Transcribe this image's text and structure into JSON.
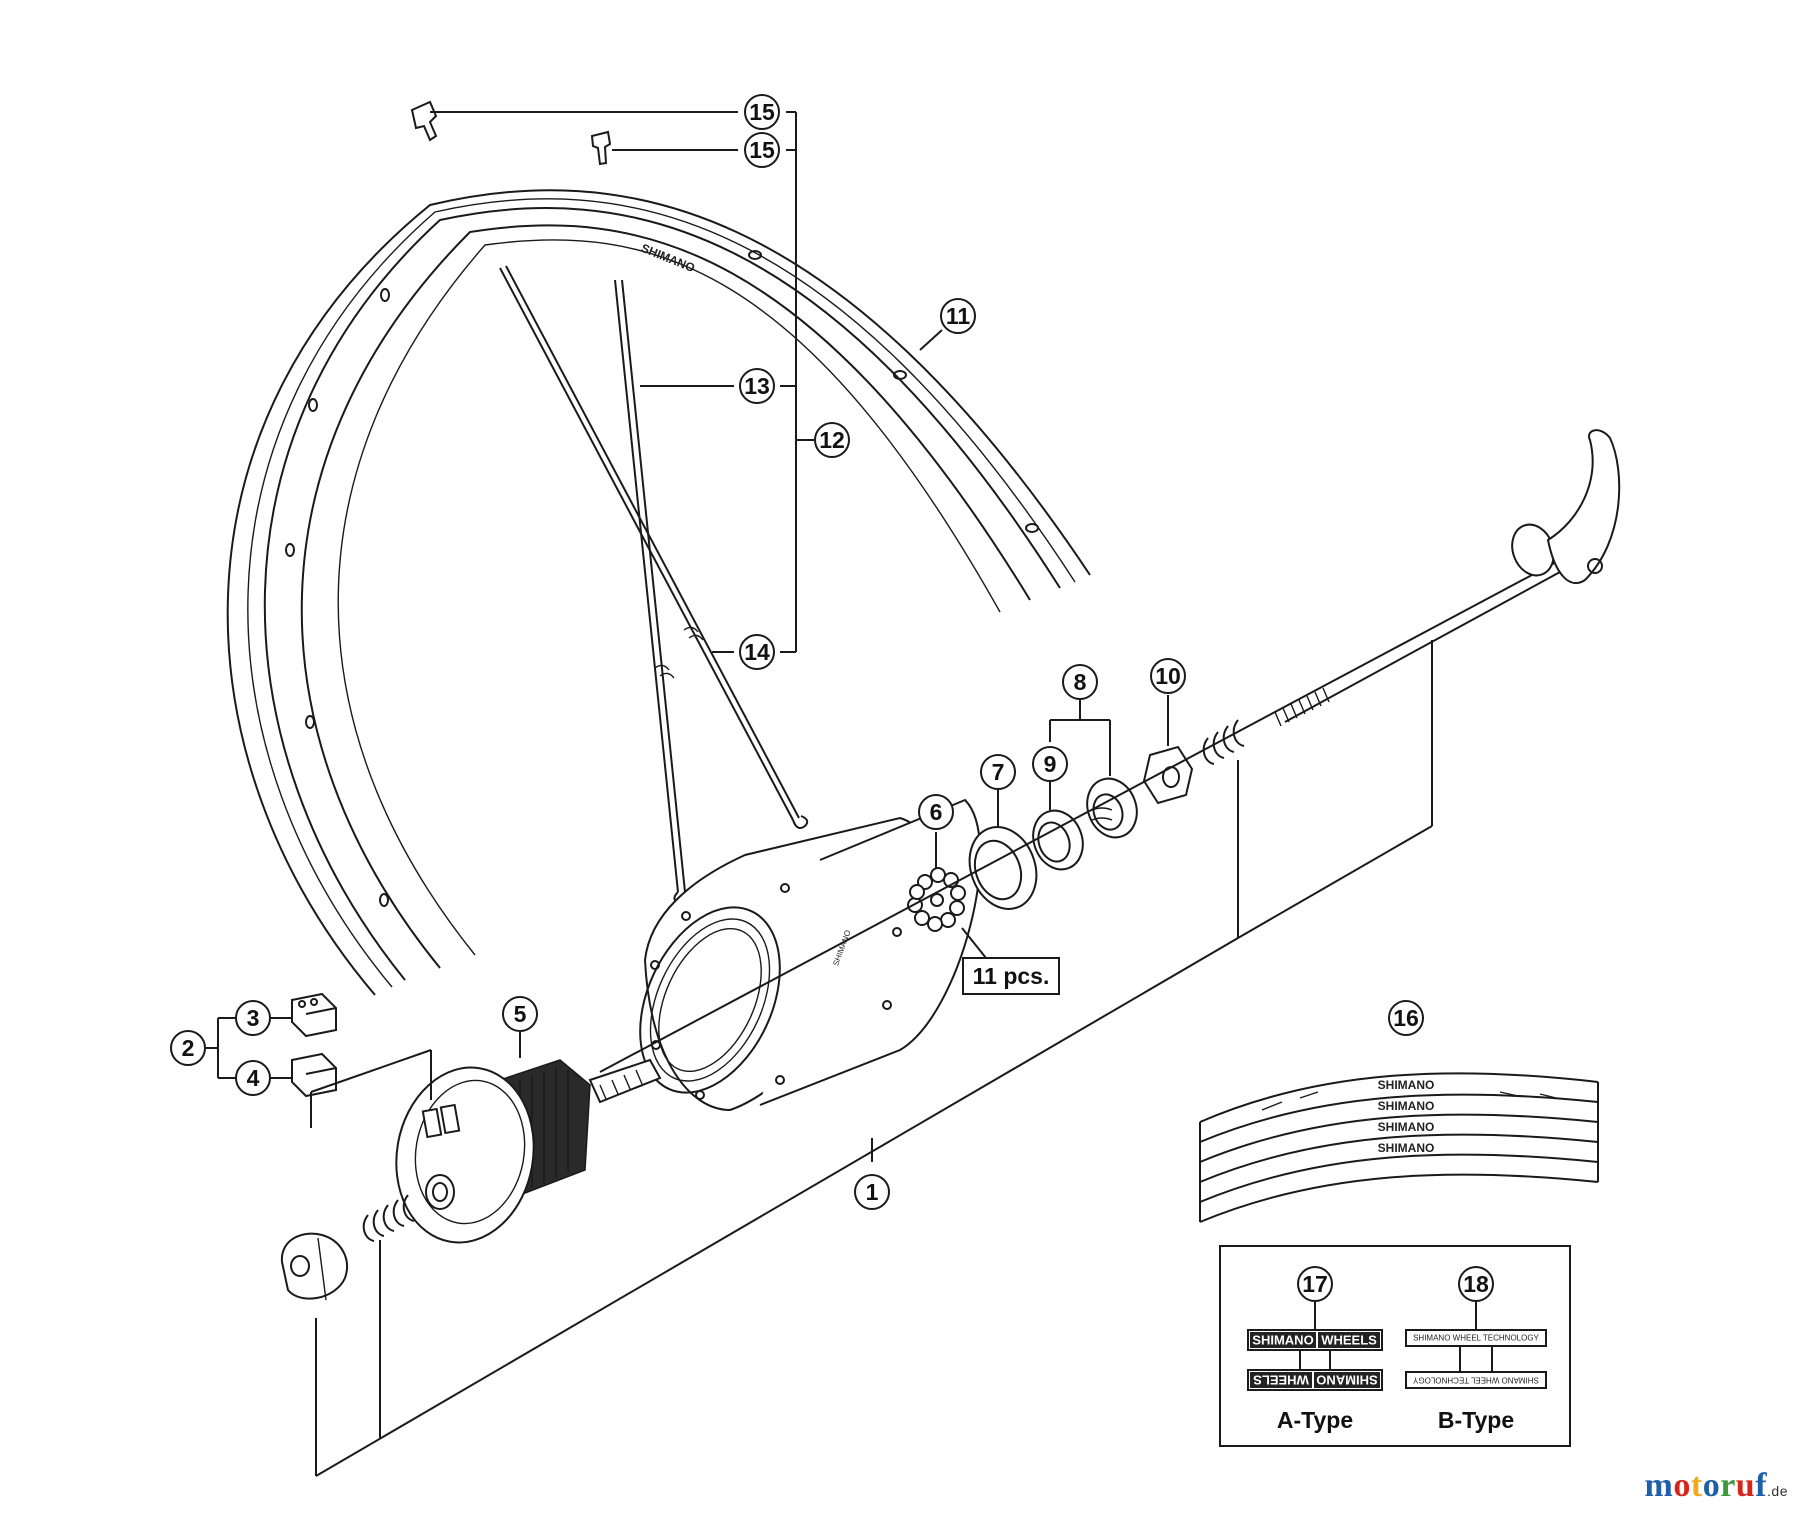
{
  "callouts": {
    "c1": "1",
    "c2": "2",
    "c3": "3",
    "c4": "4",
    "c5": "5",
    "c6": "6",
    "c7": "7",
    "c8": "8",
    "c9": "9",
    "c10": "10",
    "c11": "11",
    "c12": "12",
    "c13": "13",
    "c14": "14",
    "c15a": "15",
    "c15b": "15",
    "c16": "16",
    "c17": "17",
    "c18": "18"
  },
  "bearing_count_label": "11 pcs.",
  "rim_decal_text": "SHIMANO",
  "decal_16_text": "SHIMANO",
  "decal_a": {
    "left": "SHIMANO",
    "right": "WHEELS",
    "caption": "A-Type"
  },
  "decal_b": {
    "top": "SHIMANO WHEEL TECHNOLOGY",
    "caption": "B-Type"
  },
  "watermark": {
    "letters": [
      "m",
      "o",
      "t",
      "o",
      "r",
      "u",
      "f"
    ],
    "colors": [
      "#1f5fa8",
      "#d6261c",
      "#f0a81c",
      "#1f5fa8",
      "#3a9a3a",
      "#d6261c",
      "#1f5fa8"
    ],
    "suffix": ".de"
  }
}
